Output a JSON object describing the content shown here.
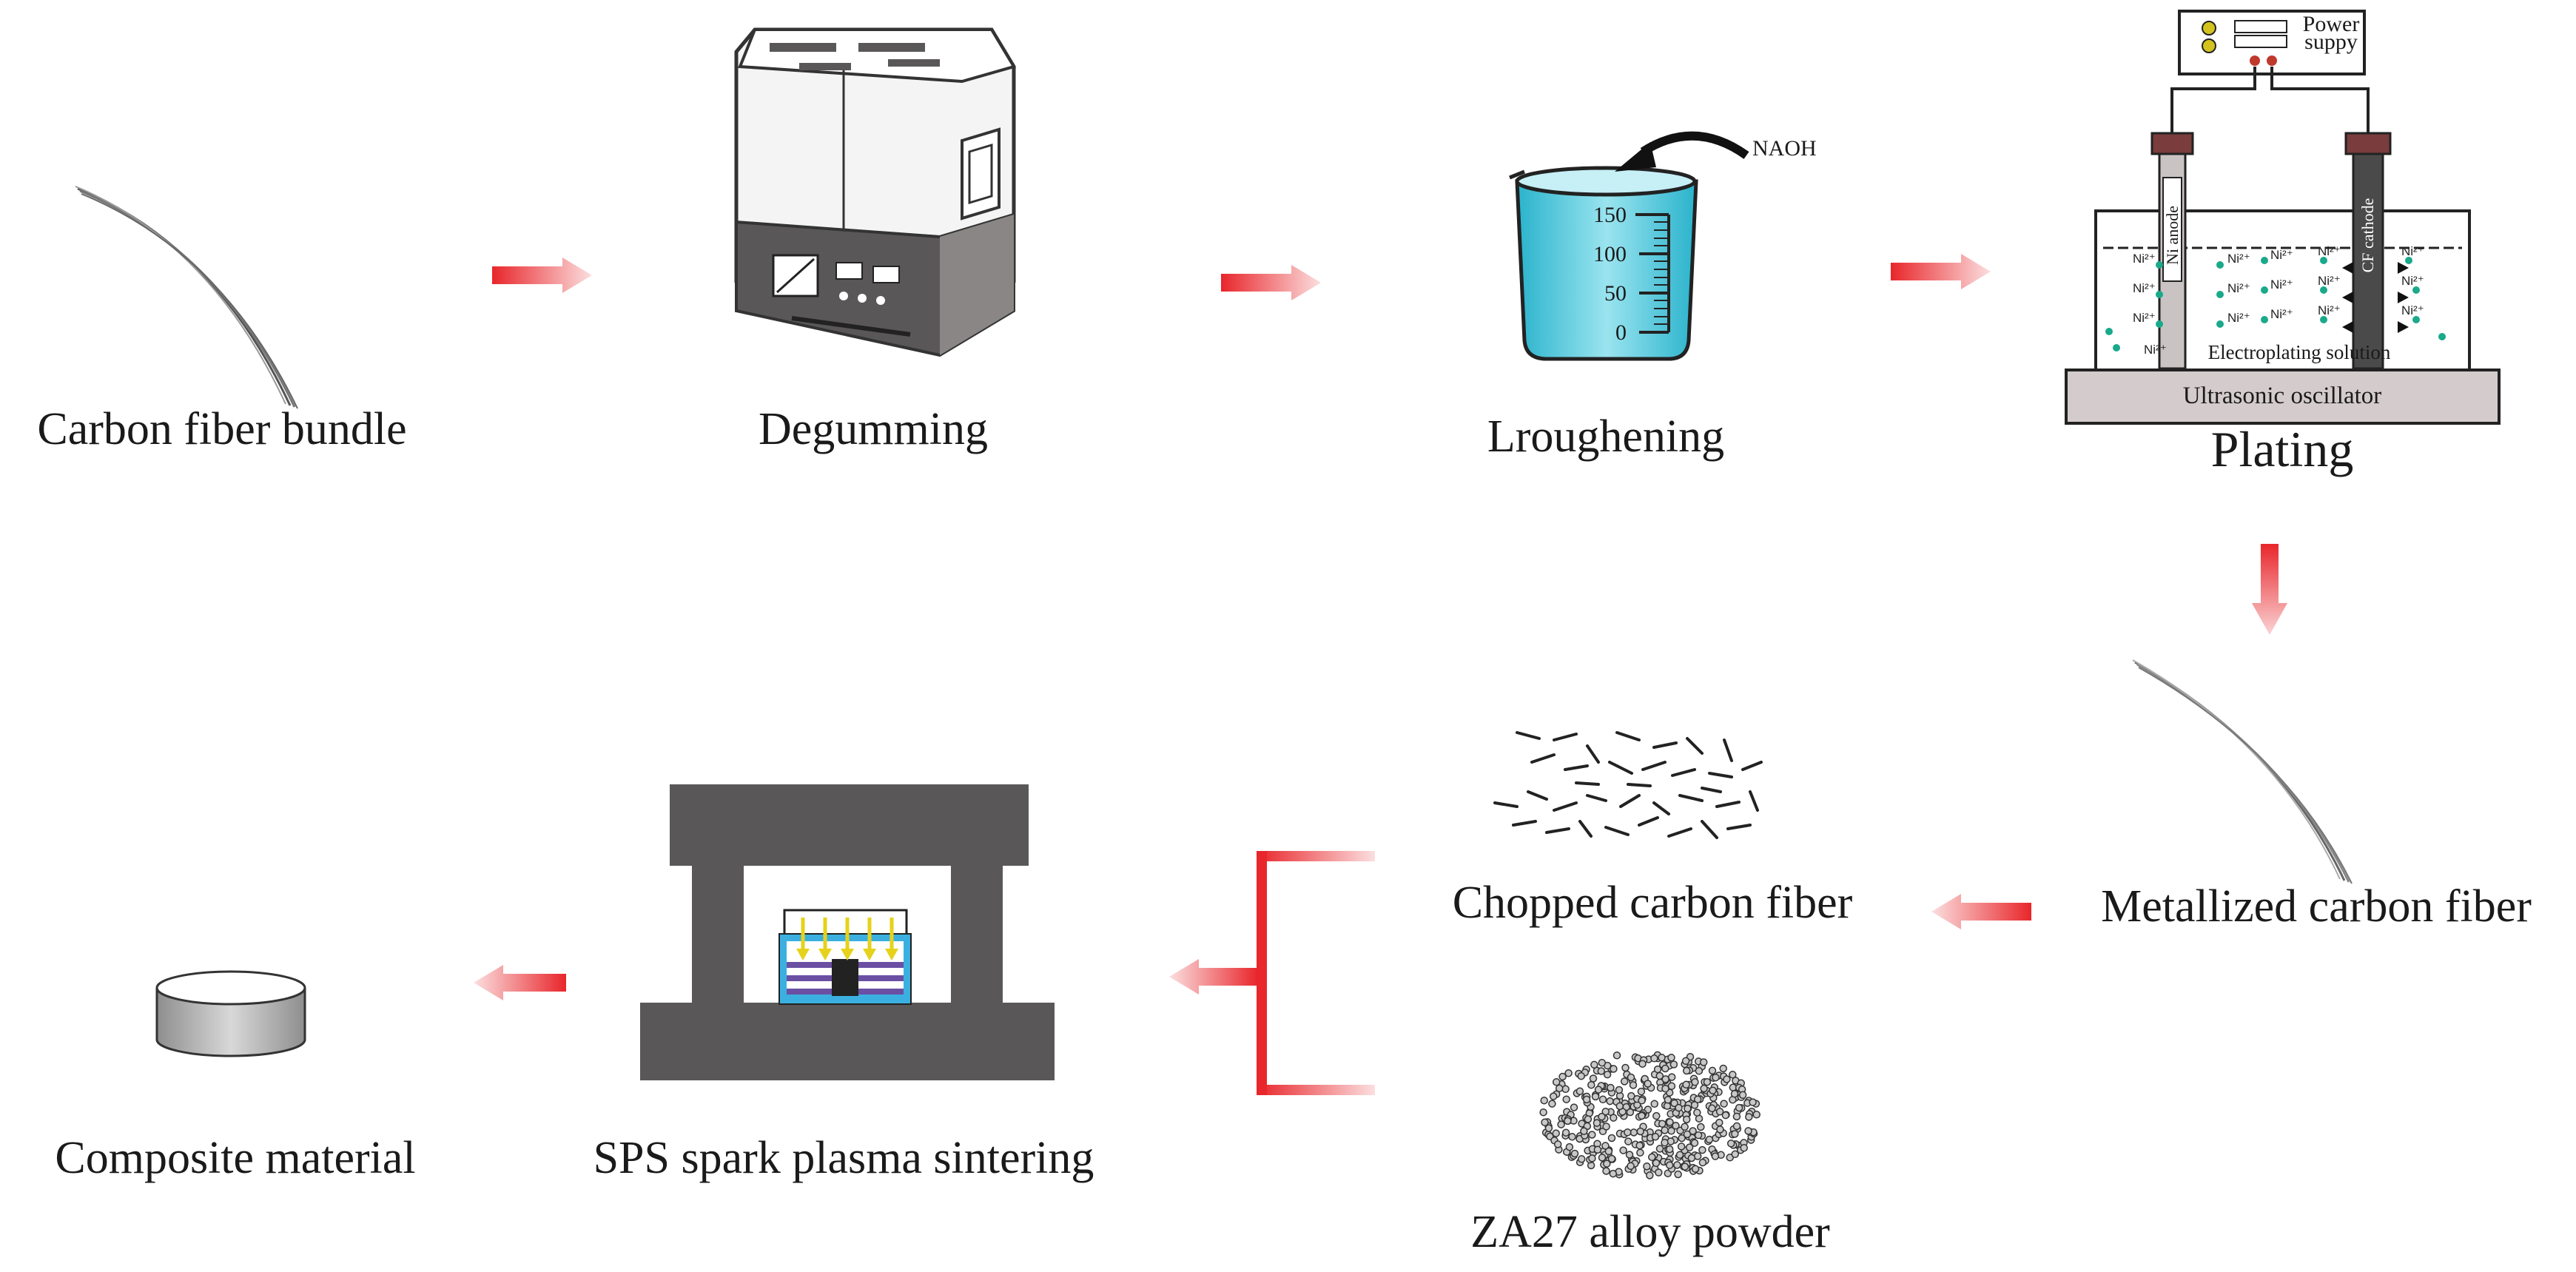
{
  "steps": {
    "carbon_fiber_bundle": "Carbon fiber bundle",
    "degumming": "Degumming",
    "roughening": "Lroughening",
    "plating": "Plating",
    "metallized": "Metallized carbon fiber",
    "chopped": "Chopped carbon fiber",
    "powder": "ZA27 alloy powder",
    "sps": "SPS spark plasma sintering",
    "composite": "Composite material"
  },
  "beaker": {
    "reagent": "NAOH",
    "ticks": [
      "150",
      "100",
      "50",
      "0"
    ]
  },
  "plating_setup": {
    "power_line1": "Power",
    "power_line2": "suppy",
    "anode": "Ni anode",
    "cathode": "CF cathode",
    "solution": "Electroplating solution",
    "oscillator": "Ultrasonic oscillator",
    "ion": "Ni²⁺"
  },
  "colors": {
    "arrow": "#e8262b",
    "device_dark": "#595757",
    "beaker_liquid": "#3cc3d8",
    "ion_dot": "#1aa98a",
    "oscillator": "#d4cbcc",
    "anode": "#c9c3c4",
    "cathode": "#4a4a4a"
  }
}
